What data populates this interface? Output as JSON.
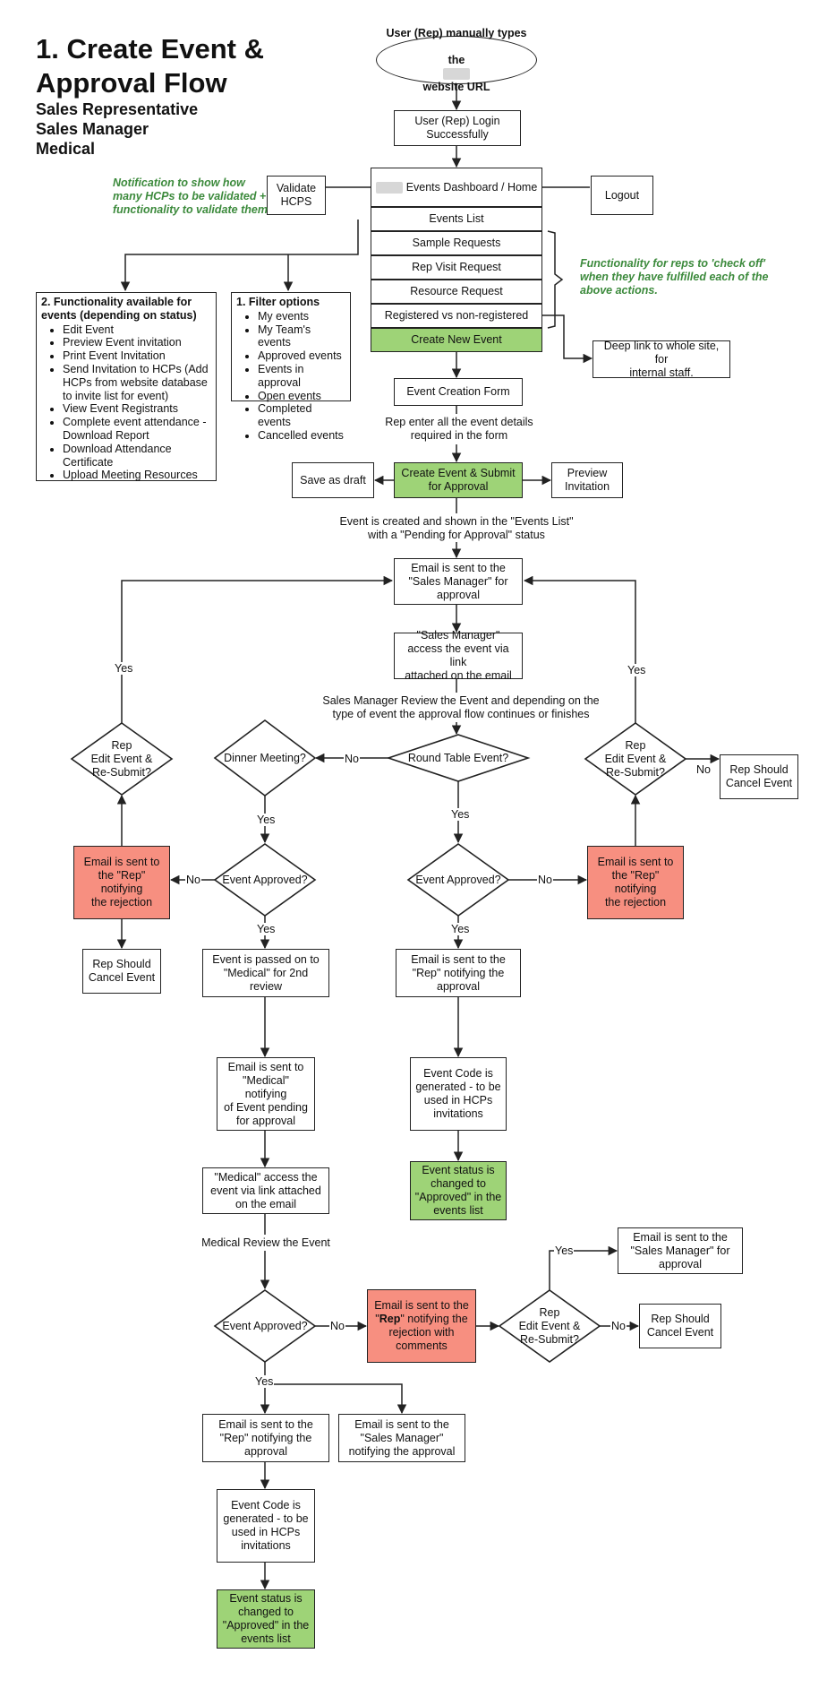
{
  "header": {
    "title_line1": "1. Create Event &",
    "title_line2": "Approval Flow",
    "roles": [
      "Sales Representative",
      "Sales Manager",
      "Medical"
    ]
  },
  "nodes": {
    "start": {
      "pre": "User (Rep) manually types",
      "post": "website URL",
      "line2_pre": "the"
    },
    "login": "User (Rep) Login\nSuccessfully",
    "dashboard": "Events Dashboard / Home",
    "events_list": "Events List",
    "sample_requests": "Sample Requests",
    "rep_visit": "Rep Visit Request",
    "resource_request": "Resource Request",
    "registered": "Registered vs non-registered",
    "create_new": "Create New Event",
    "validate": "Validate\nHCPS",
    "logout": "Logout",
    "deep_link": "Deep link to whole site, for\ninternal staff.",
    "creation_form": "Event Creation Form",
    "save_draft": "Save as draft",
    "create_submit": "Create Event & Submit\nfor Approval",
    "preview": "Preview\nInvitation",
    "email_sm": "Email is sent to the\n\"Sales Manager\" for\napproval",
    "sm_access": "\"Sales Manager\"\naccess the event via link\nattached on the email",
    "round_table": "Round Table Event?",
    "dinner": "Dinner Meeting?",
    "rep_edit_left": "Rep\nEdit Event &\nRe-Submit?",
    "rep_edit_right": "Rep\nEdit Event &\nRe-Submit?",
    "rep_cancel_right": "Rep Should\nCancel Event",
    "approved_dinner": "Event Approved?",
    "approved_round": "Event Approved?",
    "reject_left": "Email is sent to\nthe \"Rep\" notifying\nthe rejection",
    "reject_right": "Email is sent to\nthe \"Rep\" notifying\nthe rejection",
    "rep_cancel_left": "Rep Should\nCancel Event",
    "passed_medical": "Event is passed on to\n\"Medical\" for 2nd review",
    "email_rep_approval_1": "Email is sent to the\n\"Rep\" notifying the\napproval",
    "email_medical": "Email is sent to\n\"Medical\" notifying\nof Event pending\nfor approval",
    "event_code_1": "Event Code is\ngenerated - to be\nused in HCPs\ninvitations",
    "medical_access": "\"Medical\" access the\nevent via link attached\non the email",
    "status_approved_1": "Event status is\nchanged to\n\"Approved\" in the\nevents list",
    "email_sm_2": "Email is sent to the\n\"Sales Manager\" for\napproval",
    "approved_medical": "Event Approved?",
    "reject_comments": {
      "pre": "Email is sent to the\n\"",
      "bold": "Rep",
      "post": "\" notifying the\nrejection with\ncomments"
    },
    "rep_edit_bottom": "Rep\nEdit Event &\nRe-Submit?",
    "rep_cancel_bottom": "Rep Should\nCancel Event",
    "email_rep_approval_2": "Email is sent to the\n\"Rep\" notifying the\napproval",
    "email_sm_approval": "Email is sent to the\n\"Sales Manager\"\nnotifying the approval",
    "event_code_2": "Event Code is\ngenerated - to be\nused in HCPs\ninvitations",
    "status_approved_2": "Event status is\nchanged to\n\"Approved\" in the\nevents list"
  },
  "lists": {
    "functionality": {
      "heading": "2. Functionality available for\nevents (depending on status)",
      "items": [
        "Edit Event",
        "Preview Event invitation",
        "Print Event Invitation",
        "Send Invitation to HCPs (Add HCPs from website database to invite list for event)",
        "View Event Registrants",
        "Complete event attendance - Download Report",
        "Download Attendance Certificate",
        "Upload Meeting Resources"
      ]
    },
    "filters": {
      "heading": "1. Filter options",
      "items": [
        "My events",
        "My Team's events",
        "Approved events",
        "Events in approval",
        "Open events",
        "Completed events",
        "Cancelled events"
      ]
    }
  },
  "notes": {
    "validate_note": "Notification to show how\nmany HCPs to be validated +\nfunctionality to validate them",
    "checkoff_note": "Functionality for reps to 'check off'\nwhen they have fulfilled each of the\nabove actions."
  },
  "labels": {
    "rep_enter": "Rep enter all the event details\nrequired in the form",
    "event_created": "Event is created and shown in the \"Events List\"\nwith a \"Pending for Approval\" status",
    "sm_review": "Sales Manager Review the Event and depending on the\ntype of event the approval flow continues or finishes",
    "medical_review": "Medical Review the Event",
    "yes": "Yes",
    "no": "No"
  },
  "colors": {
    "approve_green": "#9ed377",
    "reject_red": "#f78f80",
    "note_green": "#3c8a3c"
  }
}
